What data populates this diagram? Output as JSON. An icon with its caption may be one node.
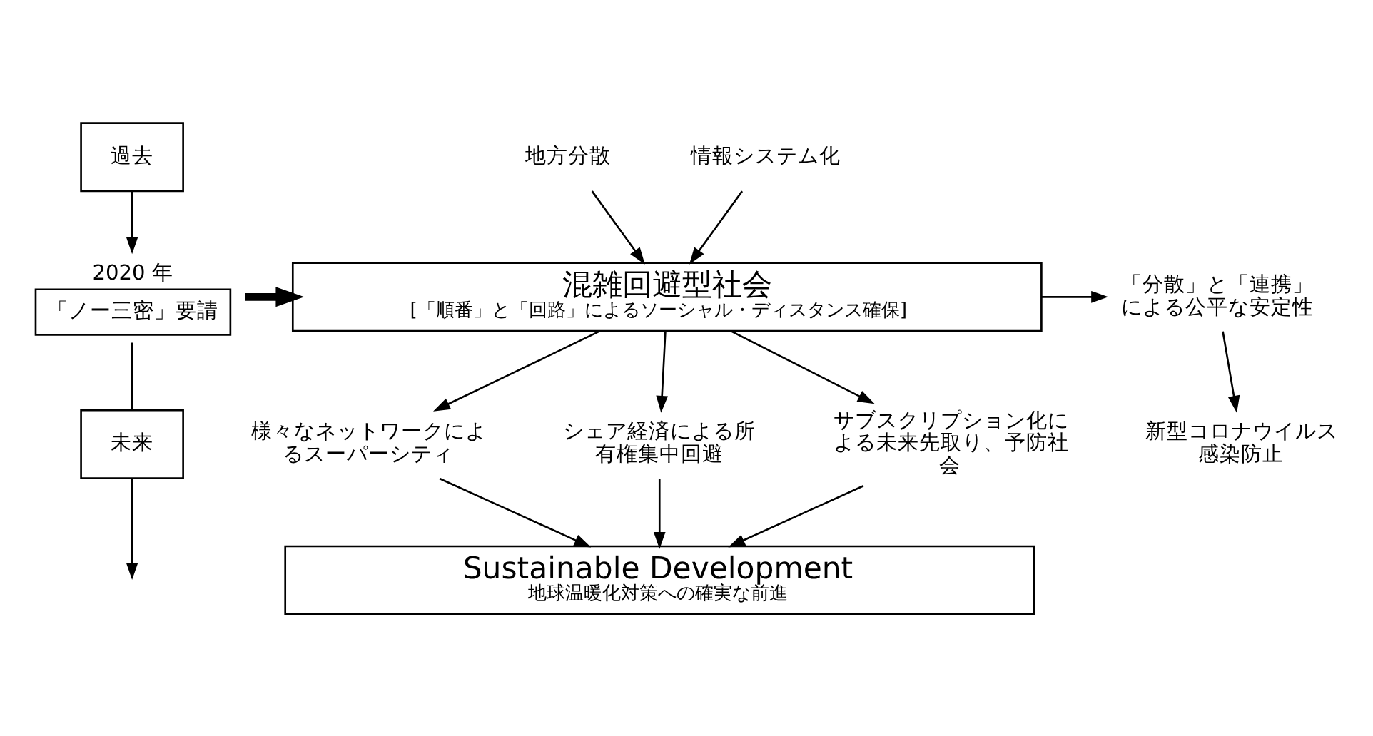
{
  "diagram": {
    "nodes": [
      {
        "text": [
          "過去"
        ]
      },
      {
        "text": [
          "2020 年",
          "「ノー三密」要請"
        ]
      },
      {
        "text": [
          "未来"
        ]
      },
      {
        "text": [
          "地方分散"
        ]
      },
      {
        "text": [
          "情報システム化"
        ]
      },
      {
        "text": [
          "混雑回避型社会",
          "[「順番」と「回路」によるソーシャル・ディスタンス確保]"
        ]
      },
      {
        "text": [
          "「分散」と「連携」による公平な安定性"
        ]
      },
      {
        "text": [
          "新型コロナウイルス感染防止"
        ]
      },
      {
        "text": [
          "様々なネットワークによるスーパーシティ"
        ]
      },
      {
        "text": [
          "シェア経済による所有権集中回避"
        ]
      },
      {
        "text": [
          "サブスクリプション化による未来先取り、予防社会"
        ]
      },
      {
        "text": [
          "Sustainable Development",
          "地球温暖化対策への確実な前進"
        ]
      }
    ],
    "edges": [
      {
        "from": 0,
        "to": 1,
        "arrow": "to"
      },
      {
        "from": 1,
        "to": 2,
        "arrow": "none"
      },
      {
        "from": 2,
        "to": null,
        "arrow": "to"
      },
      {
        "from": 1,
        "to": 5,
        "arrow": "to",
        "style": "thick"
      },
      {
        "from": 3,
        "to": 5,
        "arrow": "to"
      },
      {
        "from": 4,
        "to": 5,
        "arrow": "to"
      },
      {
        "from": 5,
        "to": 6,
        "arrow": "to"
      },
      {
        "from": 6,
        "to": 7,
        "arrow": "to"
      },
      {
        "from": 5,
        "to": 8,
        "arrow": "to"
      },
      {
        "from": 5,
        "to": 9,
        "arrow": "to"
      },
      {
        "from": 5,
        "to": 10,
        "arrow": "to"
      },
      {
        "from": 8,
        "to": 11,
        "arrow": "to"
      },
      {
        "from": 9,
        "to": 11,
        "arrow": "to"
      },
      {
        "from": 10,
        "to": 11,
        "arrow": "to"
      }
    ]
  }
}
